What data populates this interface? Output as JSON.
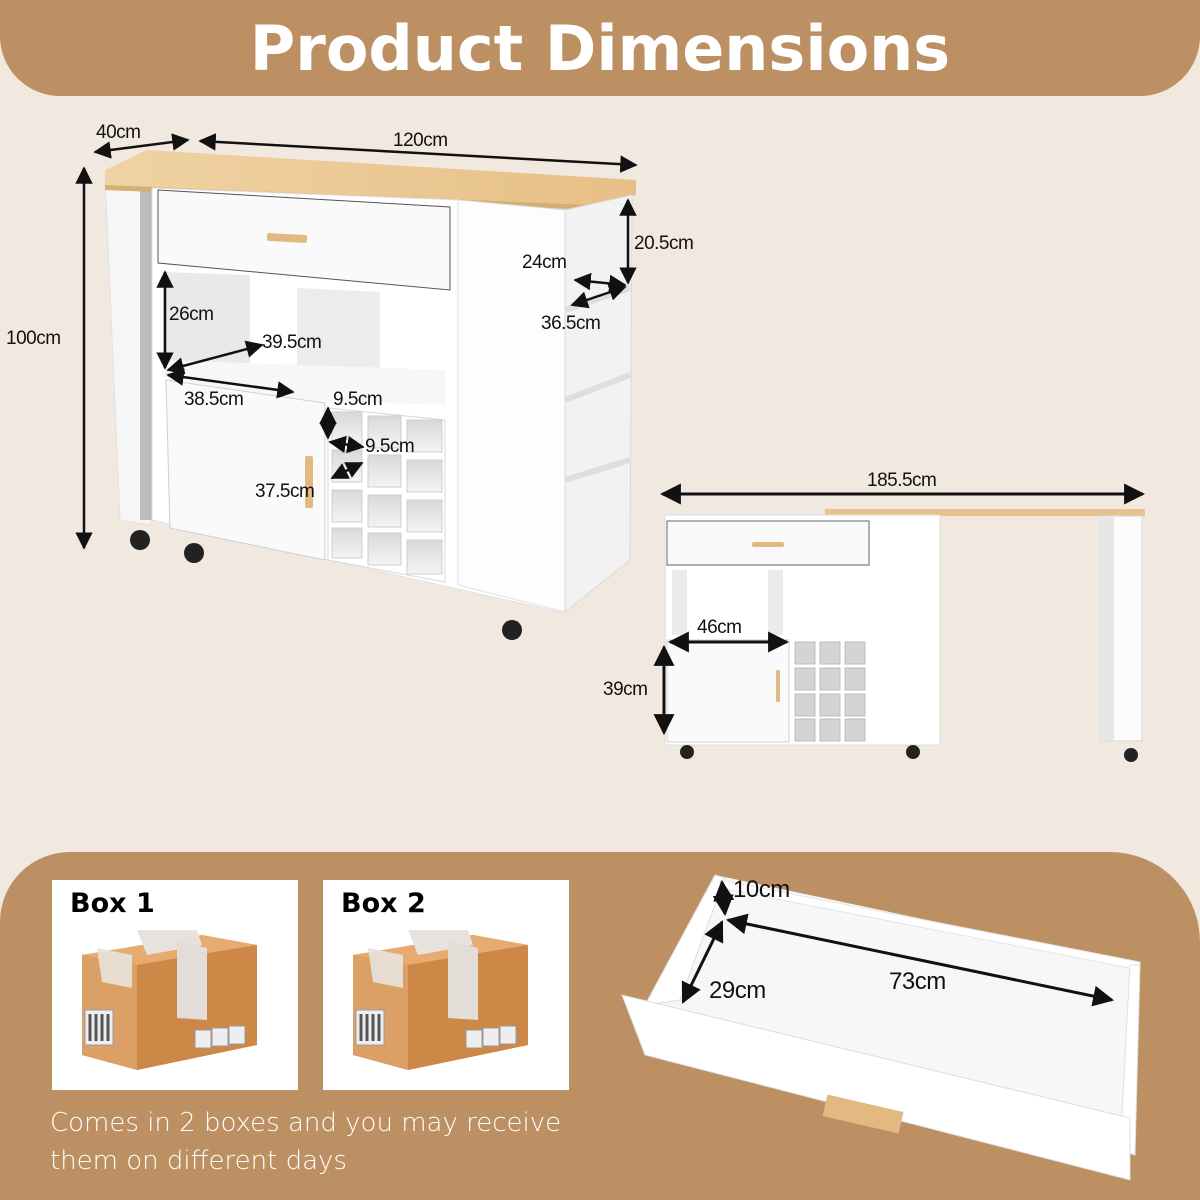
{
  "header": {
    "title": "Product Dimensions"
  },
  "colors": {
    "background": "#f1e8e0",
    "accent_band": "#bc9062",
    "text_dark": "#111111",
    "text_light": "#ffffff",
    "wood": "#e9c48f",
    "furniture_white": "#ffffff",
    "box_cardboard": "#d9965a"
  },
  "main_view": {
    "dimensions": {
      "depth": "40cm",
      "width": "120cm",
      "height": "100cm",
      "shelf_height_right": "20.5cm",
      "shelf_width_right": "24cm",
      "shelf_depth_right": "36.5cm",
      "open_shelf_height": "26cm",
      "open_shelf_depth": "39.5cm",
      "cabinet_width": "38.5cm",
      "wine_cell_height": "9.5cm",
      "wine_cell_width": "9.5cm",
      "wine_rack_depth": "37.5cm"
    }
  },
  "extended_view": {
    "dimensions": {
      "extended_length": "185.5cm",
      "cabinet_inner_width": "46cm",
      "cabinet_inner_height": "39cm"
    }
  },
  "packaging": {
    "boxes": [
      {
        "label": "Box 1"
      },
      {
        "label": "Box 2"
      }
    ],
    "note": "Comes in 2 boxes and you may receive them on different days"
  },
  "drawer_view": {
    "dimensions": {
      "height": "10cm",
      "depth": "29cm",
      "length": "73cm"
    }
  }
}
